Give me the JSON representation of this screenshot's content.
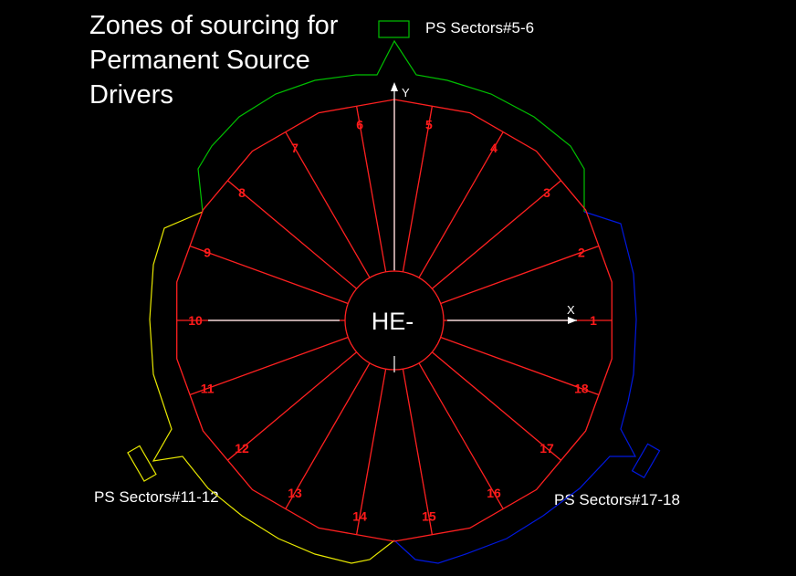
{
  "title": {
    "lines": [
      "Zones of sourcing for",
      "Permanent Source",
      "Drivers"
    ]
  },
  "center_label": "HE-",
  "axes": {
    "x_label": "X",
    "y_label": "Y"
  },
  "sectors": [
    "1",
    "2",
    "3",
    "4",
    "5",
    "6",
    "7",
    "8",
    "9",
    "10",
    "11",
    "12",
    "13",
    "14",
    "15",
    "16",
    "17",
    "18"
  ],
  "zones": [
    {
      "label": "PS Sectors#5-6",
      "color": "#00c000"
    },
    {
      "label": "PS Sectors#11-12",
      "color": "#e8e800"
    },
    {
      "label": "PS Sectors#17-18",
      "color": "#0018e0"
    }
  ],
  "colors": {
    "background": "#000000",
    "sector_lines": "#ff2020",
    "sector_numbers": "#ff1a1a",
    "axis": "#ffffff"
  }
}
